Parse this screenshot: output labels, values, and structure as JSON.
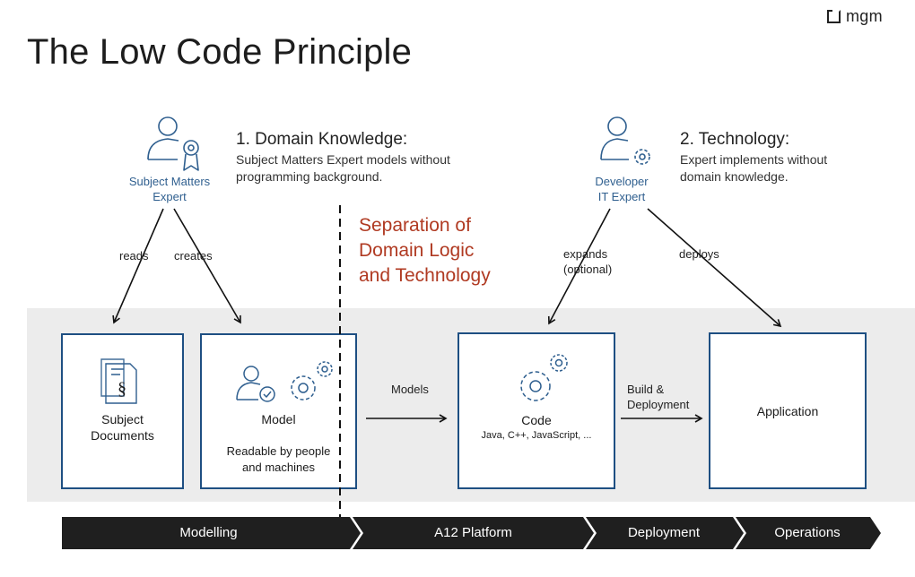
{
  "brand": {
    "name": "mgm"
  },
  "title": "The Low Code Principle",
  "roles": {
    "expert": {
      "label_line1": "Subject Matters",
      "label_line2": "Expert",
      "heading": "1. Domain Knowledge:",
      "desc_line1": "Subject Matters Expert models without",
      "desc_line2": "programming background."
    },
    "developer": {
      "label_line1": "Developer",
      "label_line2": "IT Expert",
      "heading": "2. Technology:",
      "desc_line1": "Expert implements without",
      "desc_line2": "domain knowledge."
    }
  },
  "separation": {
    "line1": "Separation of",
    "line2": "Domain Logic",
    "line3": "and Technology"
  },
  "edges": {
    "reads": "reads",
    "creates": "creates",
    "expands_line1": "expands",
    "expands_line2": "(optional)",
    "deploys": "deploys",
    "models": "Models",
    "build_line1": "Build &",
    "build_line2": "Deployment"
  },
  "boxes": {
    "documents": {
      "line1": "Subject",
      "line2": "Documents"
    },
    "model": {
      "title": "Model",
      "sub_line1": "Readable by people",
      "sub_line2": "and machines"
    },
    "code": {
      "title": "Code",
      "sub": "Java, C++, JavaScript, ..."
    },
    "application": {
      "title": "Application"
    }
  },
  "phases": [
    "Modelling",
    "A12 Platform",
    "Deployment",
    "Operations"
  ],
  "colors": {
    "accent_blue": "#1e4f82",
    "separation_red": "#b03a22",
    "band_gray": "#ececec",
    "phase_bar": "#1f1f1f"
  },
  "icons": {
    "expert": "expert-person-badge-icon",
    "developer": "developer-person-gear-icon",
    "documents": "document-paragraph-icon",
    "model": "person-check-gears-icon",
    "code": "gears-icon"
  }
}
